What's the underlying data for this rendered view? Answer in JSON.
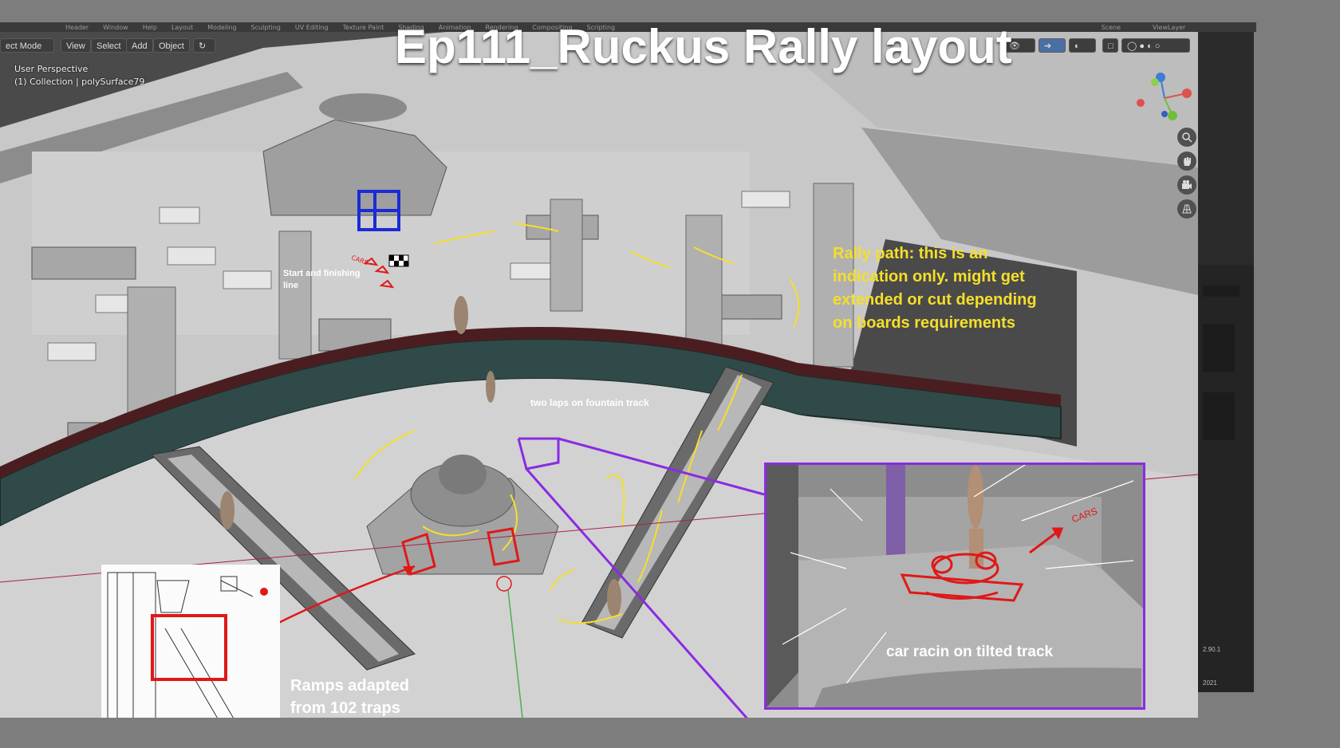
{
  "window": {
    "menu_items": [
      "Header",
      "Window",
      "Help",
      "Layout",
      "Modeling",
      "Sculpting",
      "UV Editing",
      "Texture Paint",
      "Shading",
      "Animation",
      "Rendering",
      "Compositing",
      "Scripting"
    ],
    "scene_label": "Scene",
    "view_layer_label": "ViewLayer"
  },
  "viewport_header": {
    "mode_label": "ect Mode",
    "view_label": "View",
    "select_label": "Select",
    "add_label": "Add",
    "object_label": "Object"
  },
  "viewport_info": {
    "perspective": "User Perspective",
    "collection": "(1) Collection | polySurface79"
  },
  "annotations": {
    "title": "Ep111_Ruckus Rally layout",
    "rally_path_note": "Rally path: this is an indication only. might get extended or cut depending on boards requirements",
    "start_finish": "Start and finishing line",
    "two_laps": "two laps on fountain track",
    "ramps_note": "Ramps adapted from 102 traps",
    "tilted_track": "car racin on tilted  track",
    "cars_label_1": "CARS",
    "cars_label_2": "CARS"
  },
  "status": {
    "version": "2.90.1",
    "year": "2021"
  },
  "colors": {
    "accent_yellow": "#f5df2a",
    "inset_border": "#8a2be2",
    "sketch_red": "#e01818",
    "start_box_blue": "#1a2bd6"
  },
  "icons": [
    "zoom-icon",
    "hand-pan-icon",
    "camera-icon",
    "grid-perspective-icon",
    "gizmo-axis-icon"
  ]
}
